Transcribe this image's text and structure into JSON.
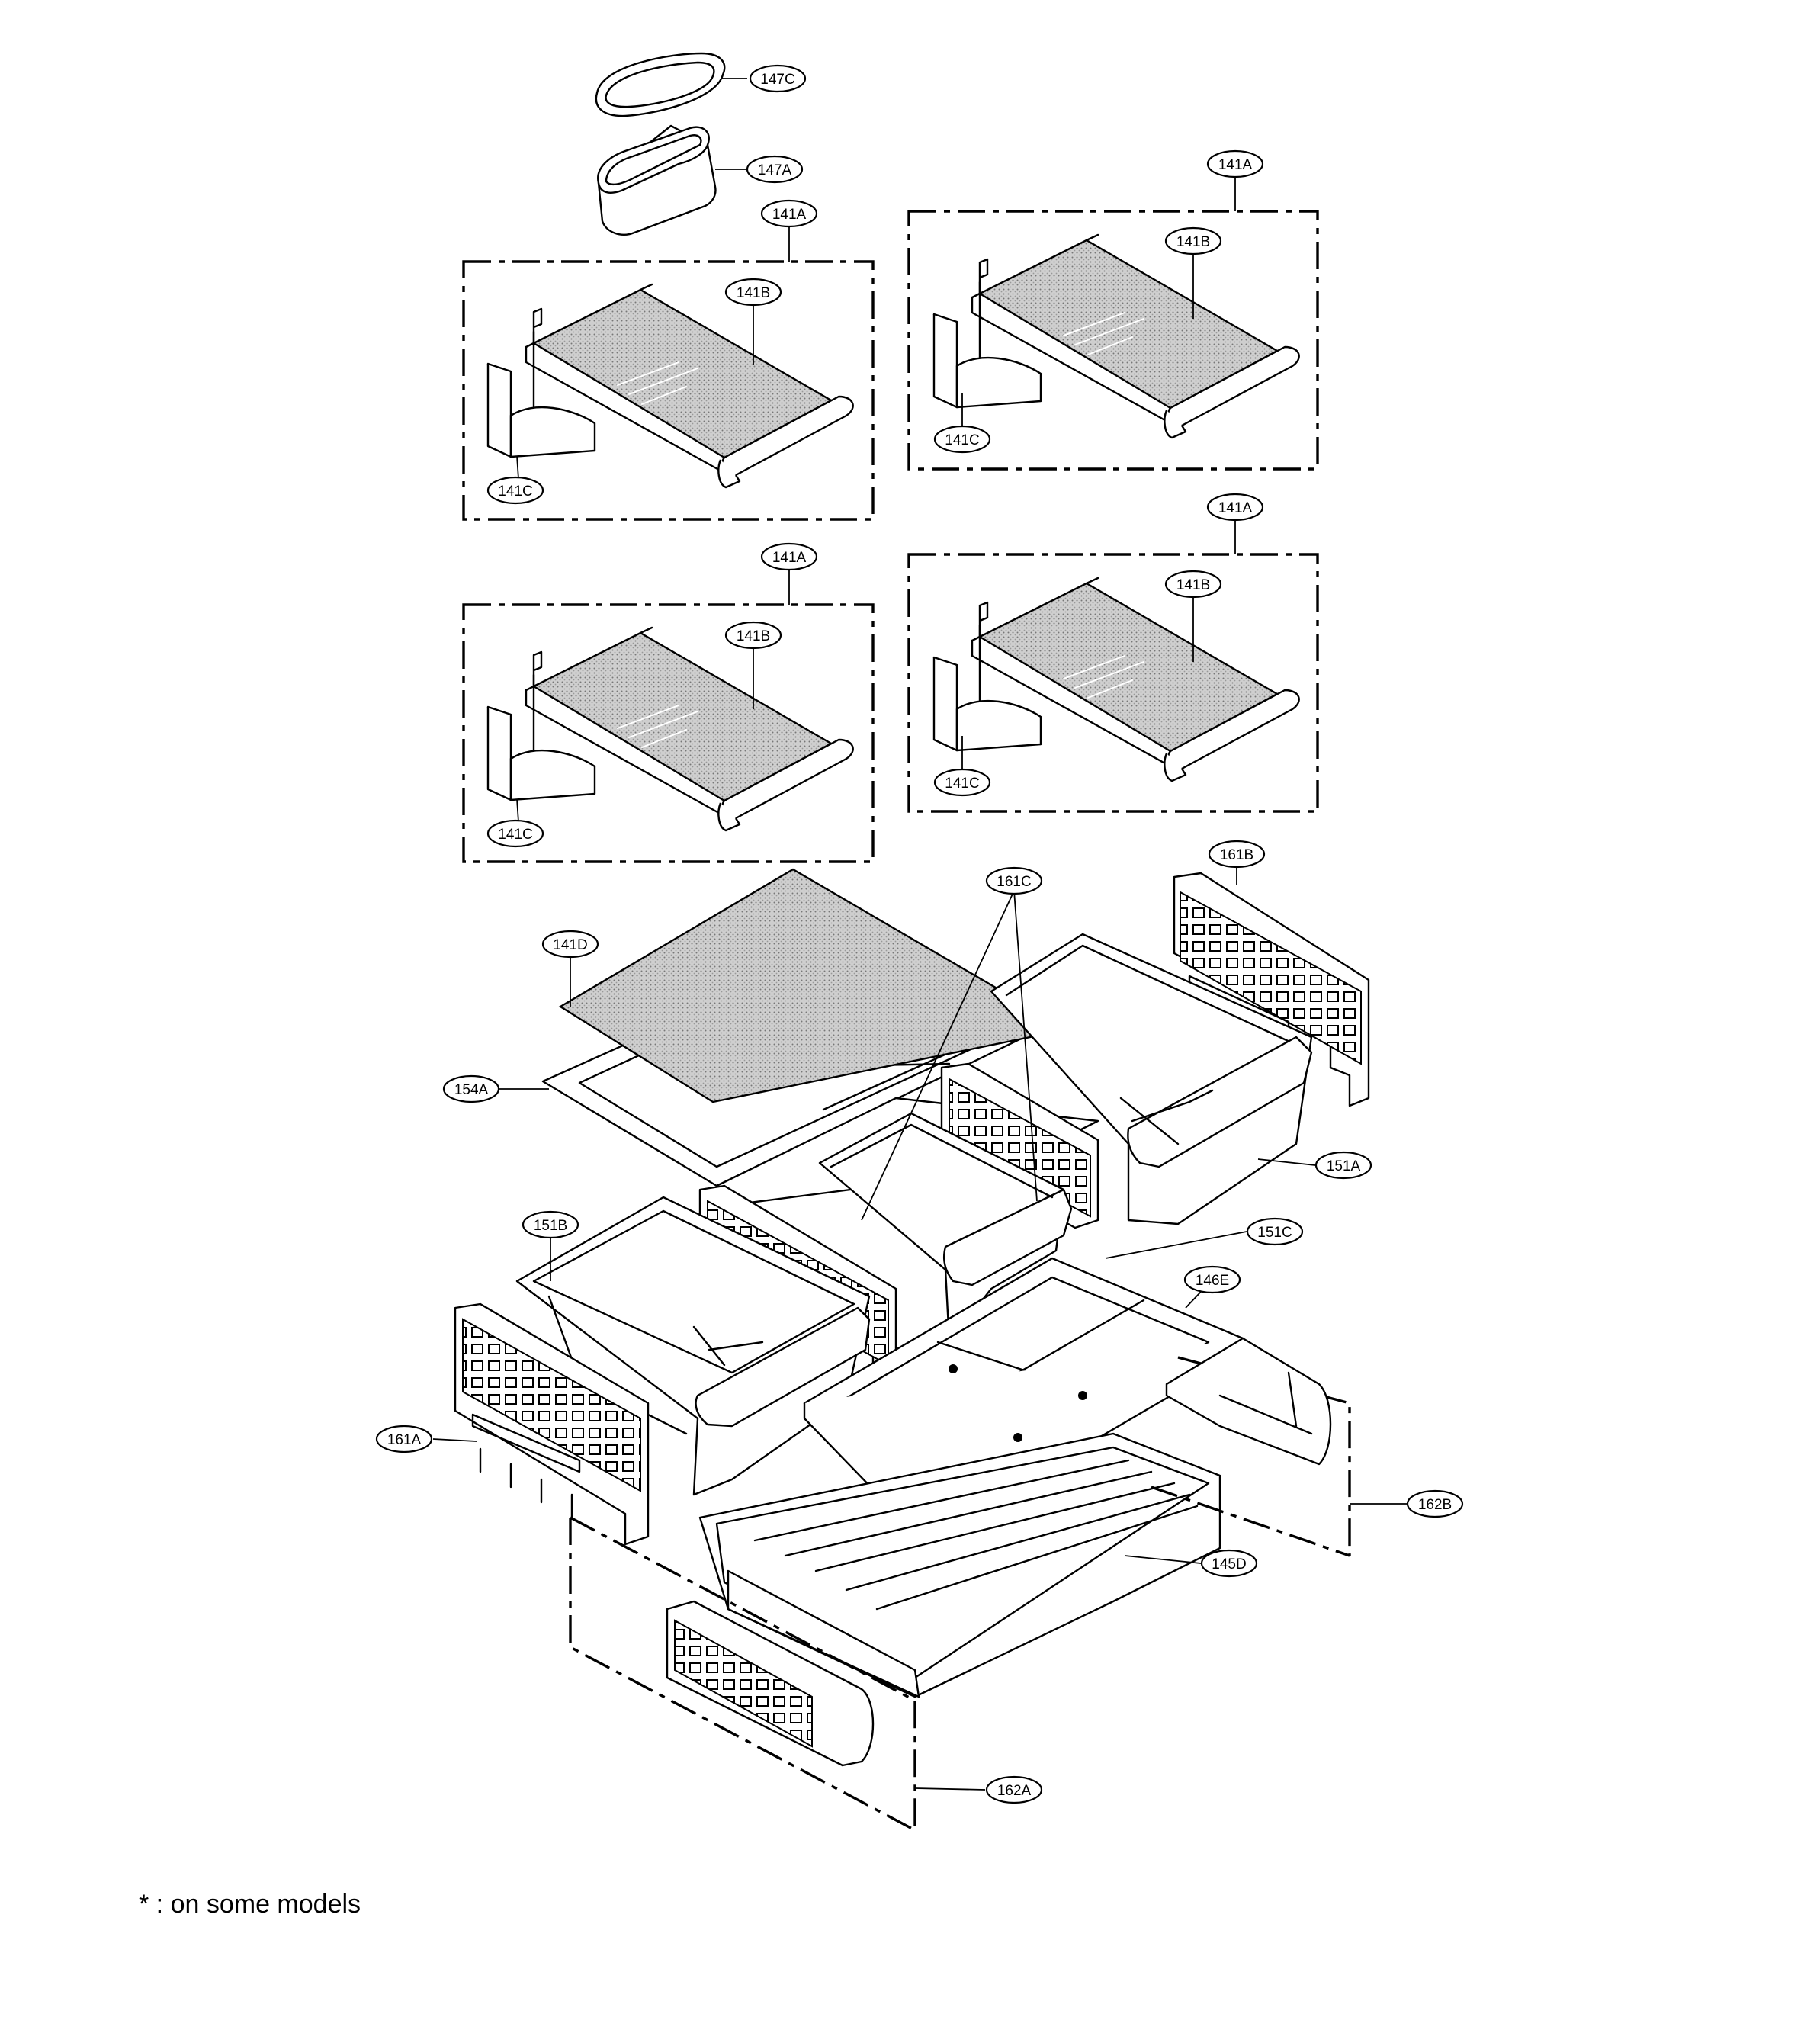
{
  "callouts": [
    {
      "label": "147C"
    },
    {
      "label": "147A"
    },
    {
      "label": "141A"
    },
    {
      "label": "141B"
    },
    {
      "label": "141C"
    },
    {
      "label": "141A"
    },
    {
      "label": "141B"
    },
    {
      "label": "141C"
    },
    {
      "label": "141A"
    },
    {
      "label": "141B"
    },
    {
      "label": "141C"
    },
    {
      "label": "141A"
    },
    {
      "label": "141B"
    },
    {
      "label": "141C"
    },
    {
      "label": "161B"
    },
    {
      "label": "161C"
    },
    {
      "label": "141D"
    },
    {
      "label": "154A"
    },
    {
      "label": "151A"
    },
    {
      "label": "151B"
    },
    {
      "label": "151C"
    },
    {
      "label": "146E"
    },
    {
      "label": "161A"
    },
    {
      "label": "162B"
    },
    {
      "label": "145D"
    },
    {
      "label": "162A"
    }
  ],
  "footnote": "* : on some models"
}
